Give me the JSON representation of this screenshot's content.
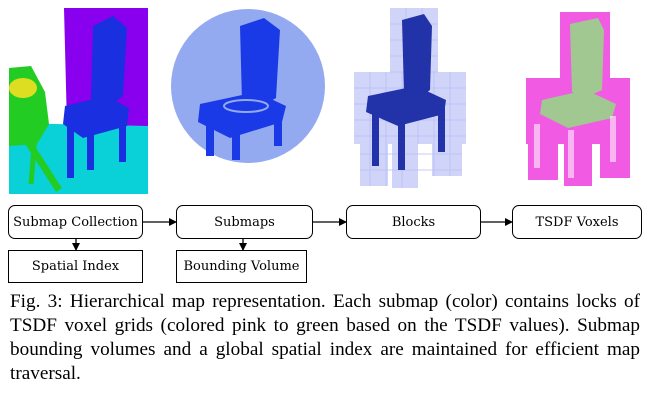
{
  "diagram": {
    "nodes": [
      {
        "id": "submap-collection",
        "label": "Submap Collection"
      },
      {
        "id": "submaps",
        "label": "Submaps"
      },
      {
        "id": "blocks",
        "label": "Blocks"
      },
      {
        "id": "tsdf-voxels",
        "label": "TSDF Voxels"
      },
      {
        "id": "spatial-index",
        "label": "Spatial Index"
      },
      {
        "id": "bounding-volume",
        "label": "Bounding Volume"
      }
    ],
    "edges": [
      [
        "submap-collection",
        "submaps"
      ],
      [
        "submaps",
        "blocks"
      ],
      [
        "blocks",
        "tsdf-voxels"
      ],
      [
        "submap-collection",
        "spatial-index"
      ],
      [
        "submaps",
        "bounding-volume"
      ]
    ]
  },
  "panels": [
    {
      "id": "submap-collection-image",
      "icon": "segmented-scene-chair"
    },
    {
      "id": "submap-image",
      "icon": "chair-in-circle"
    },
    {
      "id": "blocks-image",
      "icon": "chair-with-block-grid"
    },
    {
      "id": "tsdf-voxels-image",
      "icon": "chair-voxel-pink-green"
    }
  ],
  "colors": {
    "chair_blue": "#1a2fe0",
    "background_purple": "#8800ee",
    "background_cyan": "#0ad0d8",
    "circle_lightblue": "#94aaf0",
    "voxel_pink": "#ee33dd",
    "voxel_green": "#9ad48a"
  },
  "caption": "Fig. 3: Hierarchical map representation. Each submap (color) contains locks of TSDF voxel grids (colored pink to green based on the TSDF values). Submap bounding volumes and a global spatial index are maintained for efficient map traversal."
}
